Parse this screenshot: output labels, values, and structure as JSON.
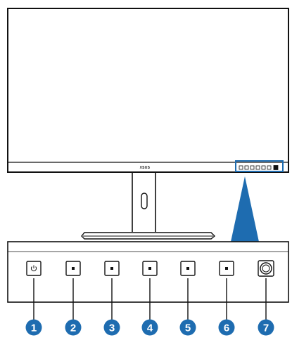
{
  "monitor": {
    "brand": "/ISUS"
  },
  "buttons": [
    {
      "number": "1",
      "icon": "power-icon"
    },
    {
      "number": "2",
      "icon": "square-dot-icon"
    },
    {
      "number": "3",
      "icon": "square-dot-icon"
    },
    {
      "number": "4",
      "icon": "square-dot-icon"
    },
    {
      "number": "5",
      "icon": "square-dot-icon"
    },
    {
      "number": "6",
      "icon": "square-dot-icon"
    },
    {
      "number": "7",
      "icon": "joystick-icon"
    }
  ],
  "colors": {
    "callout_blue": "#1e6cb0",
    "outline": "#111111",
    "screen": "#ffffff"
  }
}
